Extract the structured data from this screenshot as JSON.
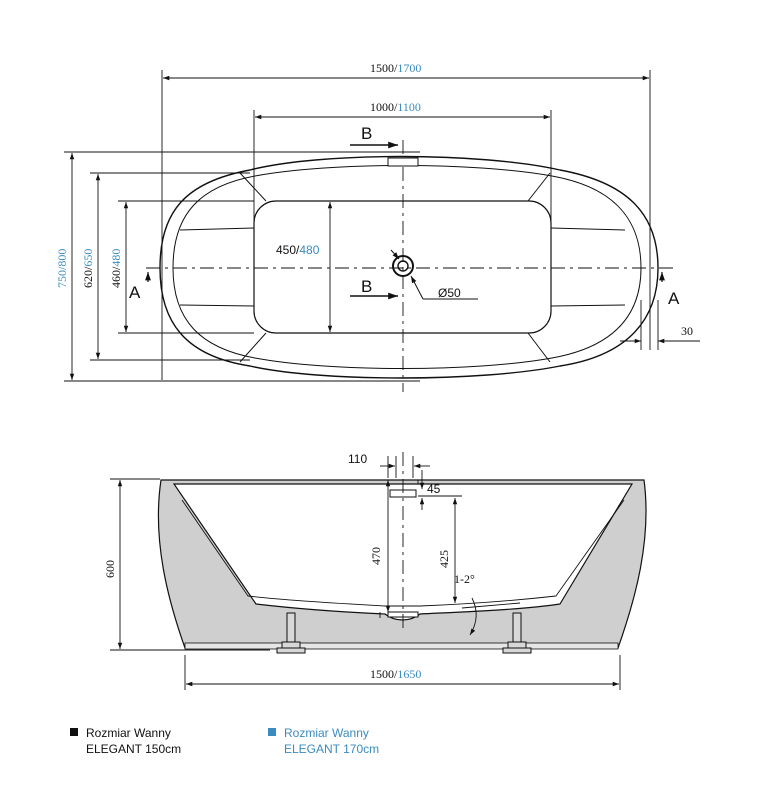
{
  "top_view": {
    "outer_length": {
      "primary": "1500",
      "sep": "/",
      "alt": "1700"
    },
    "inner_length": {
      "primary": "1000",
      "sep": "/",
      "alt": "1100"
    },
    "outer_width": {
      "primary": "750",
      "sep": "/",
      "alt": "800"
    },
    "rim_width": {
      "primary": "620",
      "sep": "/",
      "alt": "650"
    },
    "inner_width": {
      "primary": "460",
      "sep": "/",
      "alt": "480"
    },
    "basin_width": {
      "primary": "450",
      "sep": "/",
      "alt": "480"
    },
    "drain_diameter": "Ø50",
    "rim_offset": "30",
    "section_a": "A",
    "section_b": "B"
  },
  "side_view": {
    "overflow_offset": "110",
    "overflow_height": "45",
    "drain_to_top": "470",
    "overflow_to_bottom": "425",
    "height": "600",
    "slope": "1-2°",
    "base_length": {
      "primary": "1500",
      "sep": "/",
      "alt": "1650"
    }
  },
  "legend": [
    {
      "line1": "Rozmiar Wanny",
      "line2": "ELEGANT 150cm",
      "color": "#111111"
    },
    {
      "line1": "Rozmiar Wanny",
      "line2": "ELEGANT 170cm",
      "color": "#3a8bbf"
    }
  ],
  "colors": {
    "ink": "#111111",
    "accent": "#3a8bbf",
    "shell": "#c8c8c8"
  }
}
